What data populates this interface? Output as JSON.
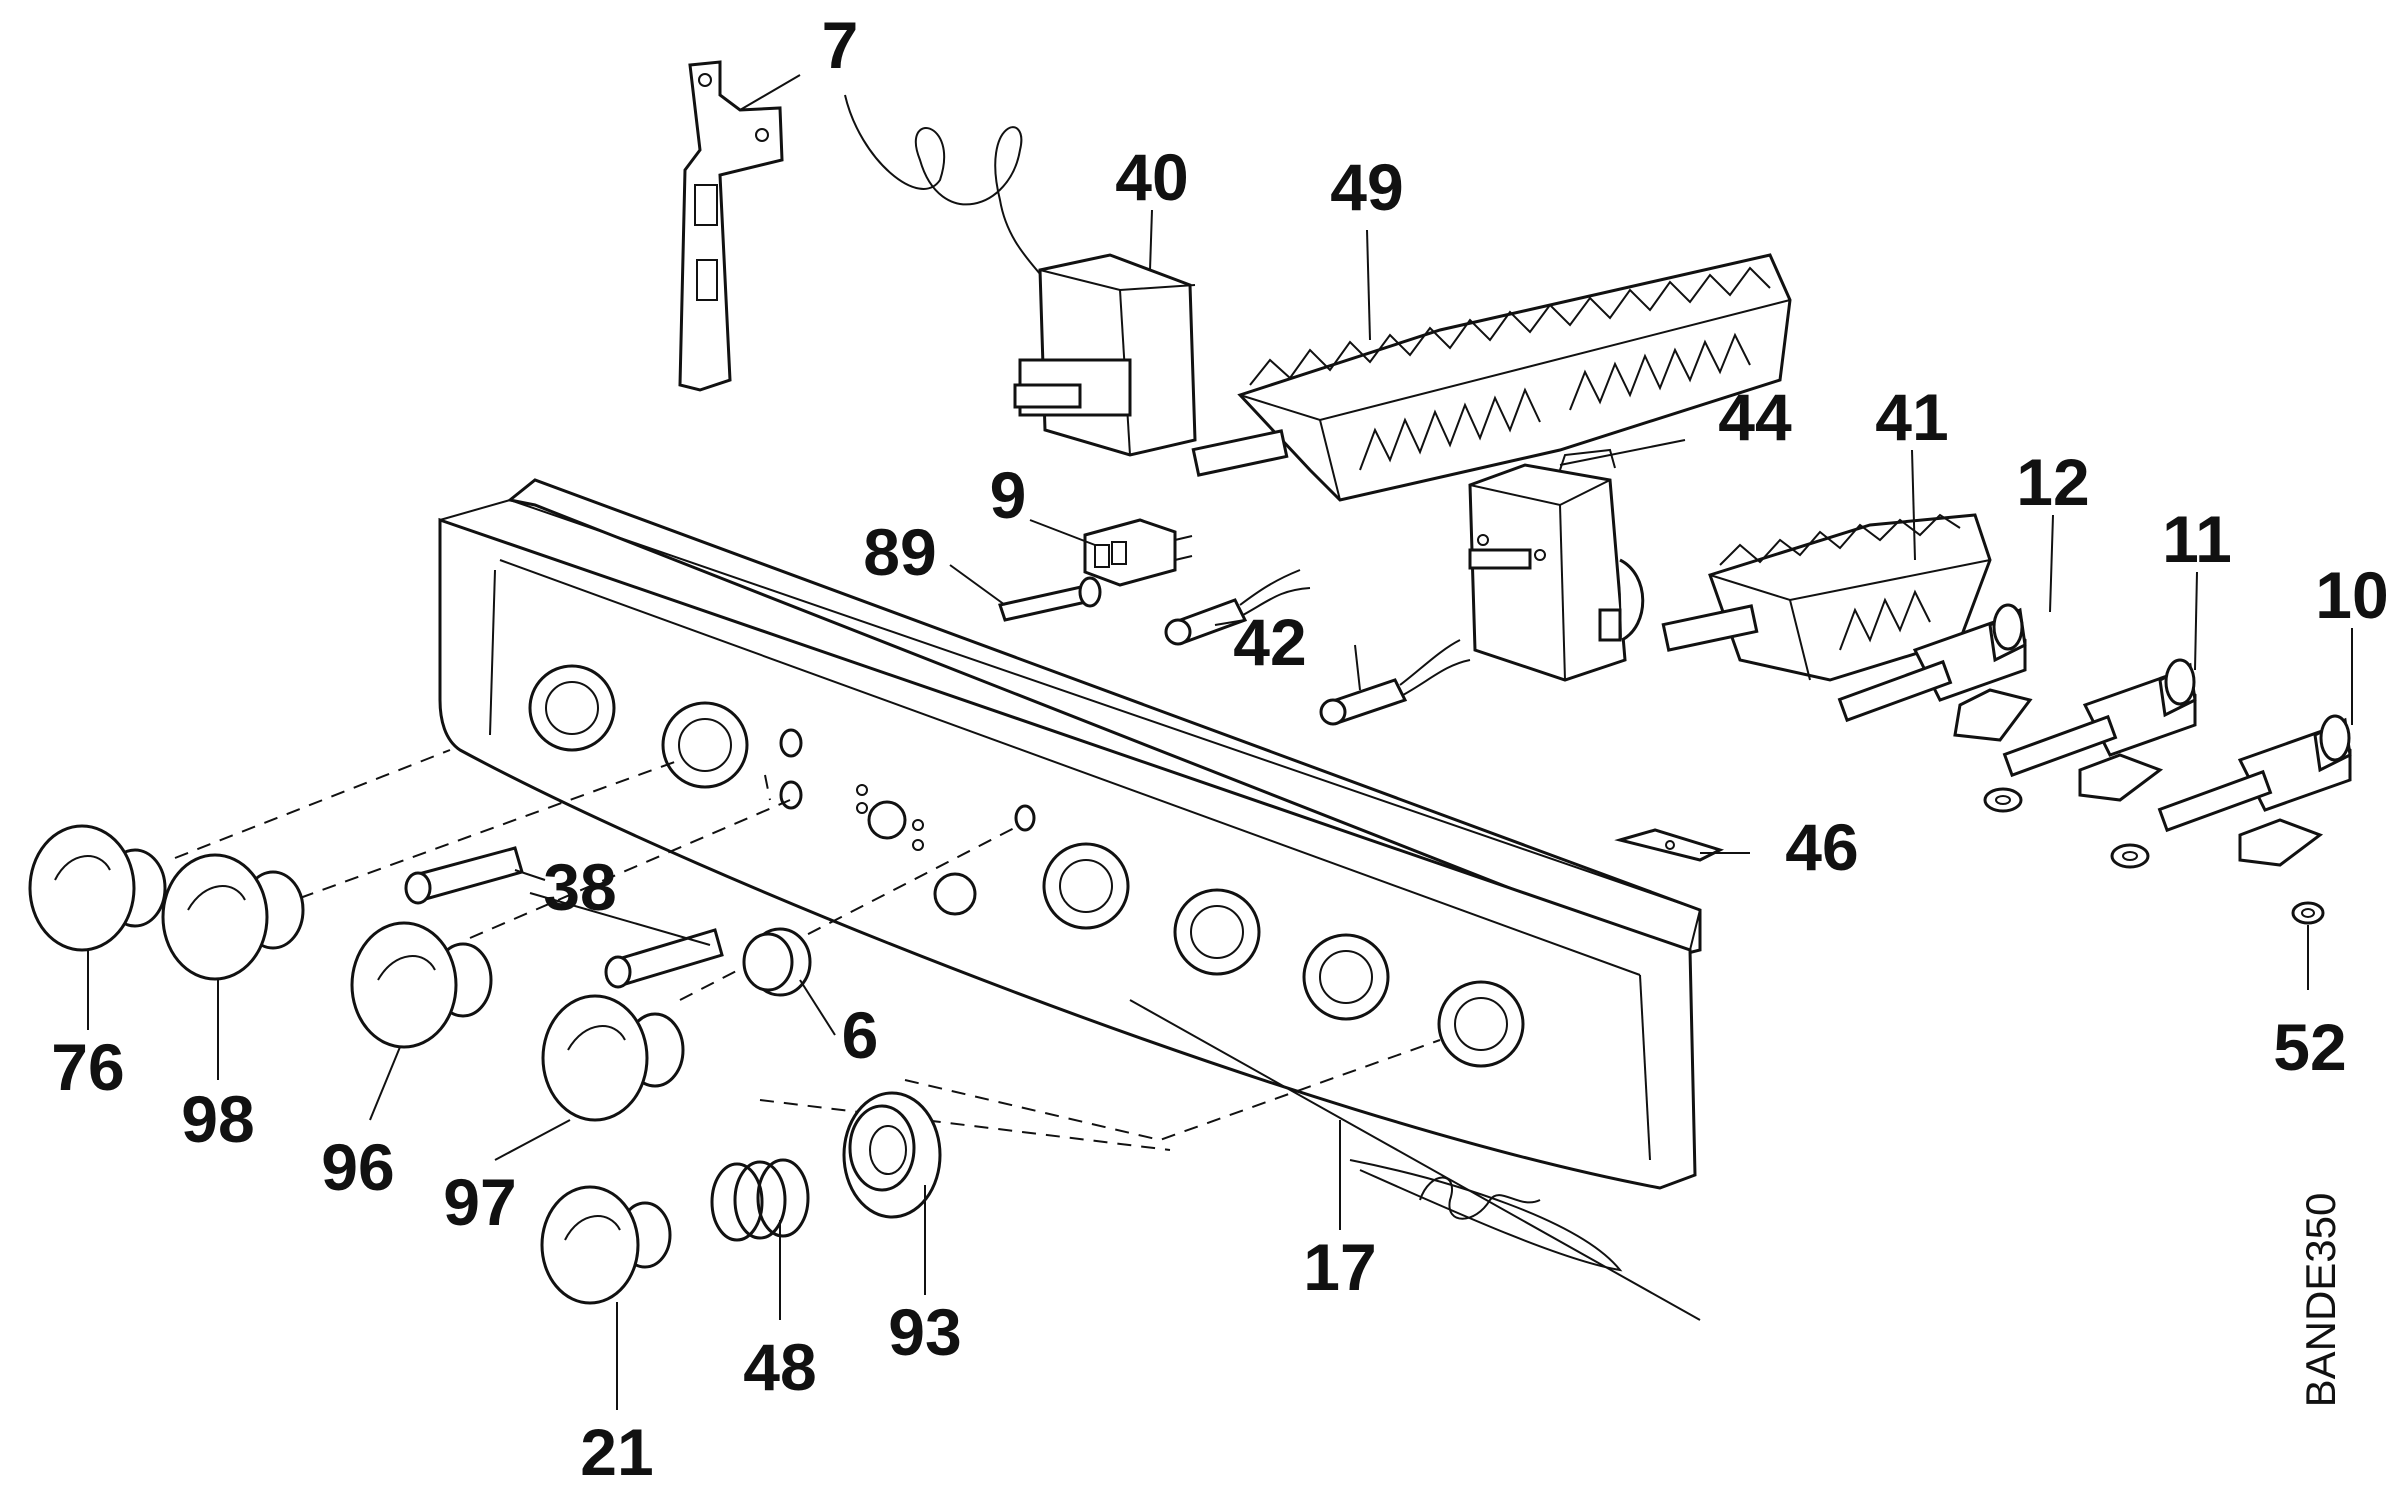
{
  "diagram": {
    "reference_code": "BANDE350",
    "callouts": [
      {
        "id": "7",
        "text": "7"
      },
      {
        "id": "40",
        "text": "40"
      },
      {
        "id": "49",
        "text": "49"
      },
      {
        "id": "9",
        "text": "9"
      },
      {
        "id": "89",
        "text": "89"
      },
      {
        "id": "44",
        "text": "44"
      },
      {
        "id": "41",
        "text": "41"
      },
      {
        "id": "12",
        "text": "12"
      },
      {
        "id": "11",
        "text": "11"
      },
      {
        "id": "10",
        "text": "10"
      },
      {
        "id": "42",
        "text": "42"
      },
      {
        "id": "46",
        "text": "46"
      },
      {
        "id": "52",
        "text": "52"
      },
      {
        "id": "38",
        "text": "38"
      },
      {
        "id": "6",
        "text": "6"
      },
      {
        "id": "76",
        "text": "76"
      },
      {
        "id": "98",
        "text": "98"
      },
      {
        "id": "96",
        "text": "96"
      },
      {
        "id": "97",
        "text": "97"
      },
      {
        "id": "17",
        "text": "17"
      },
      {
        "id": "93",
        "text": "93"
      },
      {
        "id": "48",
        "text": "48"
      },
      {
        "id": "21",
        "text": "21"
      }
    ]
  }
}
